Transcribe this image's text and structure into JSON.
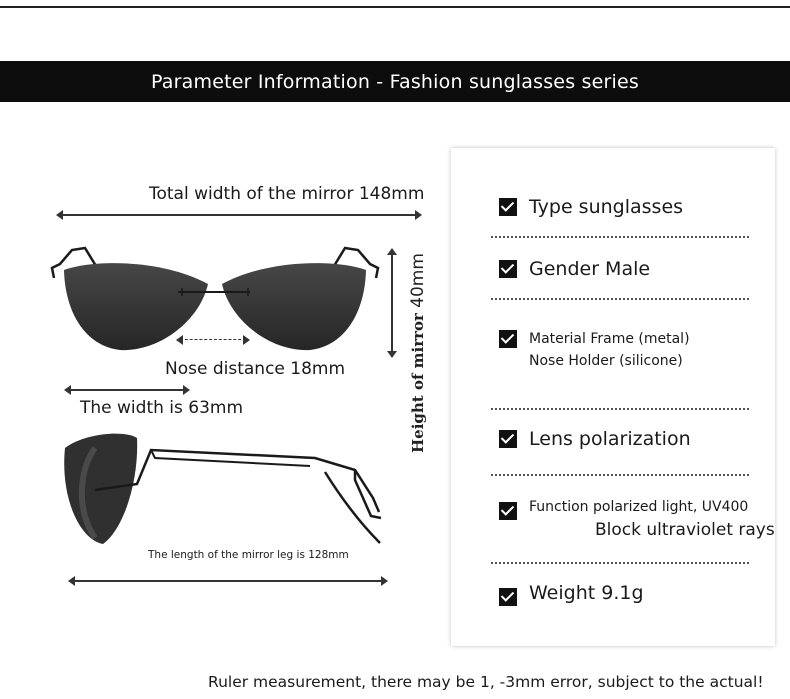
{
  "banner": {
    "title": "Parameter Information - Fashion sunglasses series"
  },
  "measurements": {
    "total_width": "Total width of the mirror 148mm",
    "nose_distance": "Nose distance 18mm",
    "lens_width": "The width is 63mm",
    "height_label": "Height of mirror",
    "height_value": "40mm",
    "leg_length": "The length of the mirror leg is 128mm"
  },
  "specs": {
    "type": "Type sunglasses",
    "gender": "Gender Male",
    "material_line1": "Material Frame (metal)",
    "material_line2": "Nose Holder (silicone)",
    "lens": "Lens polarization",
    "function_line1": "Function polarized light, UV400",
    "function_line2": "Block ultraviolet rays",
    "weight": "Weight 9.1g"
  },
  "footer": {
    "note": "Ruler measurement, there may be 1, -3mm error, subject to the actual!"
  },
  "colors": {
    "banner_bg": "#0d0d0d",
    "lens": "#2e2e2e",
    "frame": "#1a1a1a"
  },
  "icons": {
    "spec_marker": "checkbox-checked-icon"
  }
}
